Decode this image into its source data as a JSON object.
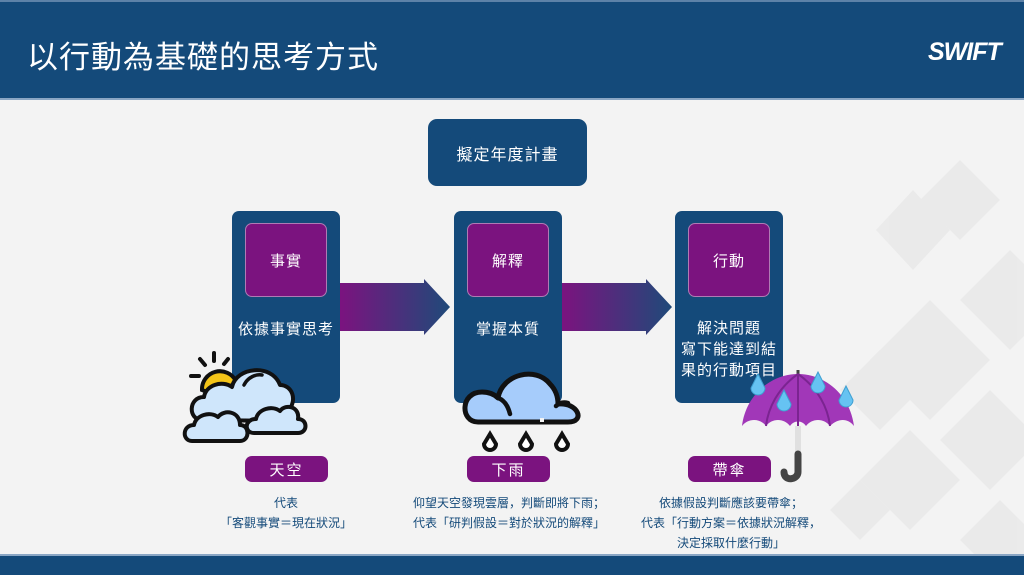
{
  "header": {
    "title": "以行動為基礎的思考方式",
    "logo_text": "SWIFT"
  },
  "plan": {
    "label": "擬定年度計畫"
  },
  "columns": [
    {
      "heading": "事實",
      "description": "依據事實思考",
      "icon": "cloud-sun-icon",
      "tag": "天空",
      "caption_lines": [
        "代表",
        "「客觀事實＝現在狀況」"
      ]
    },
    {
      "heading": "解釋",
      "description": "掌握本質",
      "icon": "rain-cloud-icon",
      "tag": "下雨",
      "caption_lines": [
        "仰望天空發現雲層，判斷即將下雨；",
        "代表「研判假設＝對於狀況的解釋」"
      ]
    },
    {
      "heading": "行動",
      "description_lines": [
        "解決問題",
        "寫下能達到結",
        "果的行動項目"
      ],
      "icon": "umbrella-icon",
      "tag": "帶傘",
      "caption_lines": [
        "依據假設判斷應該要帶傘；",
        "代表「行動方案＝依據狀況解釋，",
        "決定採取什麼行動」"
      ]
    }
  ],
  "colors": {
    "primary_navy": "#144a7a",
    "accent_purple": "#7b137f",
    "background": "#f3f3f3"
  }
}
